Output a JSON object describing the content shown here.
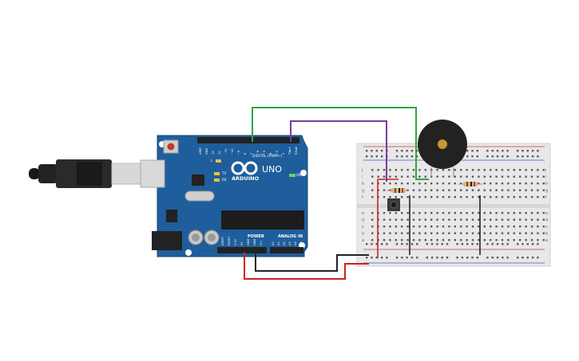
{
  "colors": {
    "background": "#ffffff",
    "board": "#1f5e9c",
    "board_dark": "#17497a",
    "breadboard": "#e8e8e8",
    "rail_red": "#d23b3b",
    "rail_blue": "#3b5fd2",
    "wire_green": "#2ea844",
    "wire_purple": "#7a3aa0",
    "wire_red": "#d21e1e",
    "wire_black": "#222222"
  },
  "arduino": {
    "logo_text": "ARDUINO",
    "model_text": "UNO",
    "digital_label": "DIGITAL (PWM~)",
    "power_label": "POWER",
    "analog_label": "ANALOG IN",
    "led_l": "L",
    "led_tx": "TX",
    "led_rx": "RX",
    "on_label": "ON",
    "digital_pins": [
      "AREF",
      "GND",
      "13",
      "12",
      "~11",
      "~10",
      "~9",
      "8",
      "7",
      "~6",
      "~5",
      "4",
      "~3",
      "2",
      "TX►1",
      "RX◄0"
    ],
    "power_pins": [
      "IOREF",
      "RESET",
      "3.3V",
      "5V",
      "GND",
      "GND",
      "Vin"
    ],
    "analog_pins": [
      "A0",
      "A1",
      "A2",
      "A3",
      "A4",
      "A5"
    ]
  },
  "breadboard": {
    "row_letters_top": [
      "j",
      "i",
      "h",
      "g",
      "f"
    ],
    "row_letters_bottom": [
      "e",
      "d",
      "c",
      "b",
      "a"
    ],
    "column_count": 30
  },
  "components": {
    "usb_cable": "usb-cable",
    "buzzer": "piezo-buzzer",
    "button": "pushbutton",
    "resistors": [
      "resistor-1",
      "resistor-2"
    ]
  }
}
